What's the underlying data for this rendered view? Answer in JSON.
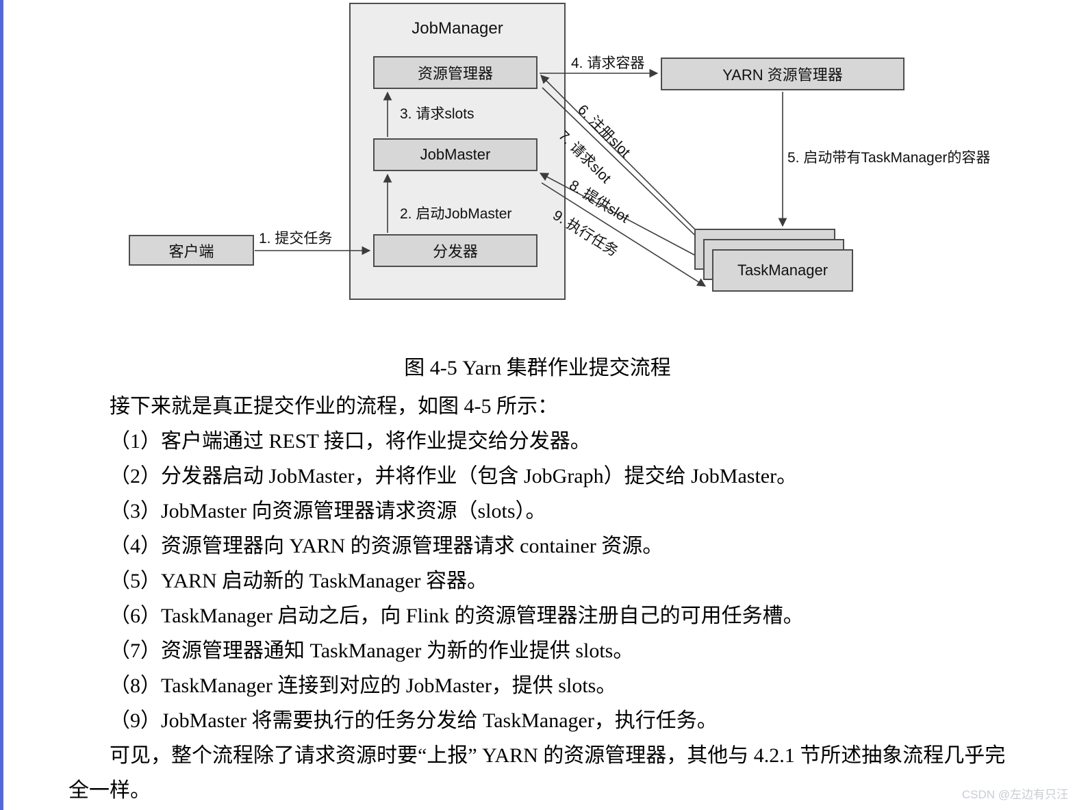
{
  "diagram": {
    "jobmanager_label": "JobManager",
    "nodes": {
      "resource_manager": "资源管理器",
      "job_master": "JobMaster",
      "dispatcher": "分发器",
      "client": "客户端",
      "yarn_rm": "YARN 资源管理器",
      "task_manager": "TaskManager"
    },
    "edge_labels": {
      "e1": "1. 提交任务",
      "e2": "2. 启动JobMaster",
      "e3": "3. 请求slots",
      "e4": "4. 请求容器",
      "e5": "5. 启动带有TaskManager的容器",
      "e6": "6. 注册slot",
      "e7": "7. 请求slot",
      "e8": "8. 提供slot",
      "e9": "9. 执行任务"
    },
    "colors": {
      "node_fill": "#d7d7d7",
      "node_border": "#4d4d4d",
      "container_fill": "#ededed",
      "arrow": "#3c3c3c",
      "left_accent": "#5069e2"
    }
  },
  "caption": "图 4-5 Yarn 集群作业提交流程",
  "body": {
    "paragraphs": [
      "接下来就是真正提交作业的流程，如图 4-5 所示：",
      "（1）客户端通过 REST 接口，将作业提交给分发器。",
      "（2）分发器启动 JobMaster，并将作业（包含 JobGraph）提交给 JobMaster。",
      "（3）JobMaster 向资源管理器请求资源（slots）。",
      "（4）资源管理器向 YARN 的资源管理器请求 container 资源。",
      "（5）YARN 启动新的 TaskManager 容器。",
      "（6）TaskManager 启动之后，向 Flink 的资源管理器注册自己的可用任务槽。",
      "（7）资源管理器通知 TaskManager 为新的作业提供 slots。",
      "（8）TaskManager 连接到对应的 JobMaster，提供 slots。",
      "（9）JobMaster 将需要执行的任务分发给 TaskManager，执行任务。",
      "可见，整个流程除了请求资源时要“上报” YARN 的资源管理器，其他与 4.2.1 节所述抽象流程几乎完全一样。"
    ]
  },
  "watermark": "CSDN @左边有只汪"
}
